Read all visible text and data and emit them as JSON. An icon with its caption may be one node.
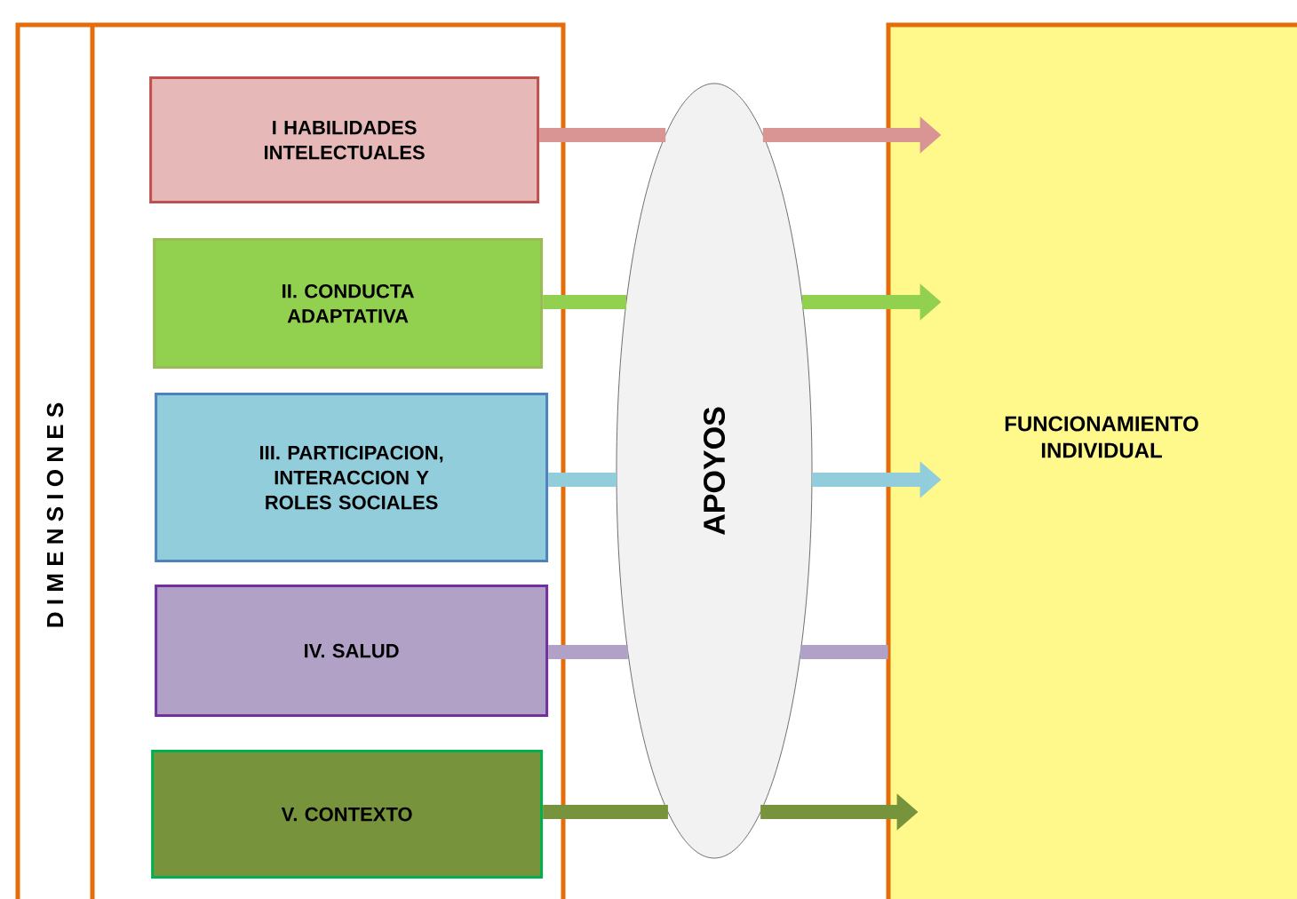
{
  "diagram": {
    "nodes": [
      {
        "text": [
          "D I M E N S I O N E S"
        ]
      },
      {
        "text": [
          "I HABILIDADES INTELECTUALES"
        ],
        "in": 0
      },
      {
        "text": [
          "II. CONDUCTA ADAPTATIVA"
        ],
        "in": 0
      },
      {
        "text": [
          "III. PARTICIPACION, INTERACCION Y ROLES SOCIALES"
        ],
        "in": 0
      },
      {
        "text": [
          "IV. SALUD"
        ],
        "in": 0
      },
      {
        "text": [
          "V. CONTEXTO"
        ],
        "in": 0
      },
      {
        "text": [
          "APOYOS"
        ]
      },
      {
        "text": [
          "FUNCIONAMIENTO INDIVIDUAL"
        ]
      }
    ],
    "edges": [
      {
        "from": 1,
        "to": 6,
        "arrow": "none",
        "color": "#d99594"
      },
      {
        "from": 6,
        "to": 7,
        "arrow": "to",
        "color": "#d99594"
      },
      {
        "from": 2,
        "to": 6,
        "arrow": "none",
        "color": "#92d050"
      },
      {
        "from": 6,
        "to": 7,
        "arrow": "to",
        "color": "#92d050"
      },
      {
        "from": 3,
        "to": 6,
        "arrow": "none",
        "color": "#92cddc"
      },
      {
        "from": 6,
        "to": 7,
        "arrow": "to",
        "color": "#92cddc"
      },
      {
        "from": 4,
        "to": 6,
        "arrow": "none",
        "color": "#b2a1c7"
      },
      {
        "from": 6,
        "to": 7,
        "arrow": "none",
        "color": "#b2a1c7"
      },
      {
        "from": 5,
        "to": 6,
        "arrow": "none",
        "color": "#77933c"
      },
      {
        "from": 6,
        "to": 7,
        "arrow": "to",
        "color": "#77933c"
      }
    ]
  }
}
